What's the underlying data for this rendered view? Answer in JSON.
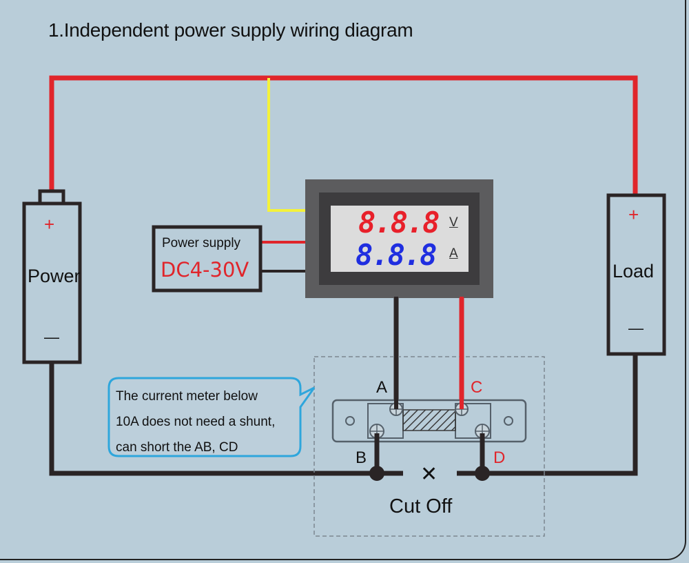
{
  "title": "1.Independent power supply wiring diagram",
  "power": {
    "label": "Power",
    "plus": "+",
    "minus": "—"
  },
  "load": {
    "label": "Load",
    "plus": "+",
    "minus": "—"
  },
  "supply_box": {
    "line1": "Power supply",
    "line2": "DC4-30V"
  },
  "meter": {
    "row1_digits": "8.8.8",
    "row1_unit": "V",
    "row2_digits": "8.8.8",
    "row2_unit": "A"
  },
  "shunt": {
    "terminal_a": "A",
    "terminal_b": "B",
    "terminal_c": "C",
    "terminal_d": "D",
    "cut_mark": "✕",
    "cut_label": "Cut Off"
  },
  "callout": {
    "line1": "The current meter below",
    "line2": "10A does not need a shunt,",
    "line3": "can short the AB, CD"
  },
  "colors": {
    "background": "#b9cdd9",
    "wire_red": "#e0252b",
    "wire_black": "#2a2425",
    "wire_yellow": "#f4f23a",
    "meter_red": "#e8202a",
    "meter_blue": "#1f2ee0",
    "callout_border": "#2ea6dc"
  }
}
